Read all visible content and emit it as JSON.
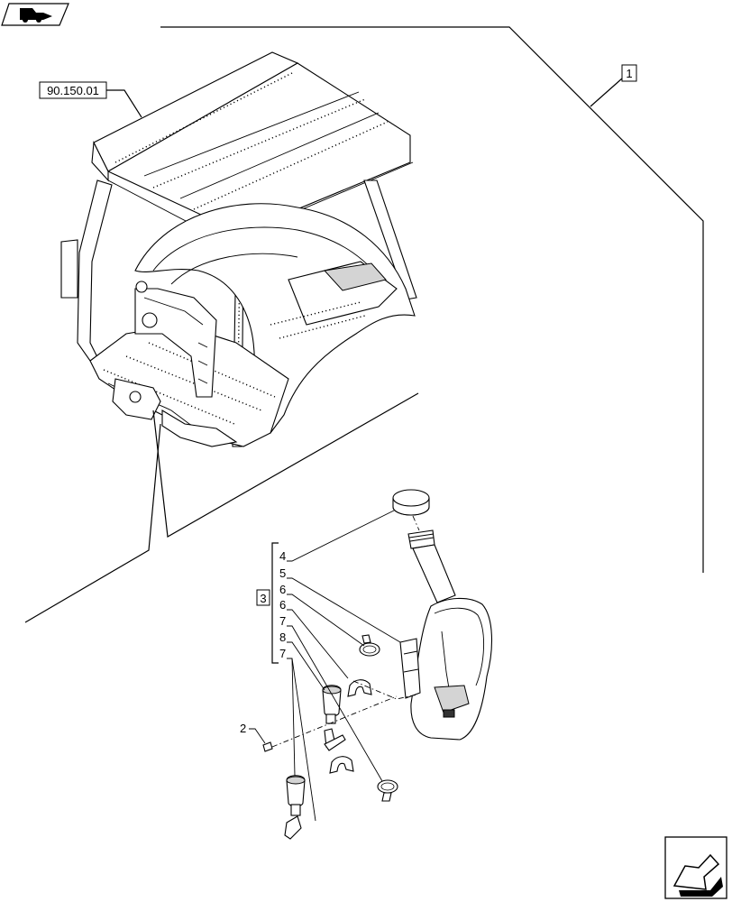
{
  "nav": {
    "top_icon": "vehicle-navigation-icon",
    "bottom_icon": "next-page-arrow-icon"
  },
  "refs": {
    "cab_ref": "90.150.01",
    "group_ref": "1",
    "kit_ref": "3"
  },
  "callouts": {
    "c4": "4",
    "c5": "5",
    "c6a": "6",
    "c6b": "6",
    "c7a": "7",
    "c8": "8",
    "c7b": "7",
    "c2": "2"
  }
}
